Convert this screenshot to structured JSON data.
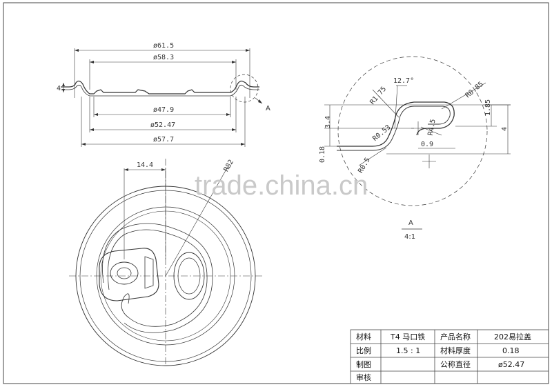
{
  "dimensions": {
    "d615": "ø61.5",
    "d583": "ø58.3",
    "d479": "ø47.9",
    "d5247": "ø52.47",
    "d577": "ø57.7",
    "h_left": "4",
    "w144": "14.4",
    "r_tab": "R82",
    "ang": "12.7°",
    "r175": "R1.75",
    "r085": "R0.85",
    "r45": "R4.5",
    "r053": "R0.53",
    "r05": "R0.5",
    "h34": "3.4",
    "h185": "1.85",
    "h4": "4",
    "w09": "0.9",
    "t018": "0.18"
  },
  "views": {
    "section_mark": "A",
    "detail_title": "A",
    "detail_scale": "4:1"
  },
  "watermark": "trade.china.cn",
  "title_block": {
    "r1": [
      "材料",
      "T4 马口铁",
      "产品名称",
      "202易拉盖"
    ],
    "r2": [
      "比例",
      "1.5 : 1",
      "材料厚度",
      "0.18"
    ],
    "r3": [
      "制图",
      "",
      "公称直径",
      "ø52.47"
    ],
    "r4": [
      "审核",
      "",
      "",
      ""
    ]
  }
}
